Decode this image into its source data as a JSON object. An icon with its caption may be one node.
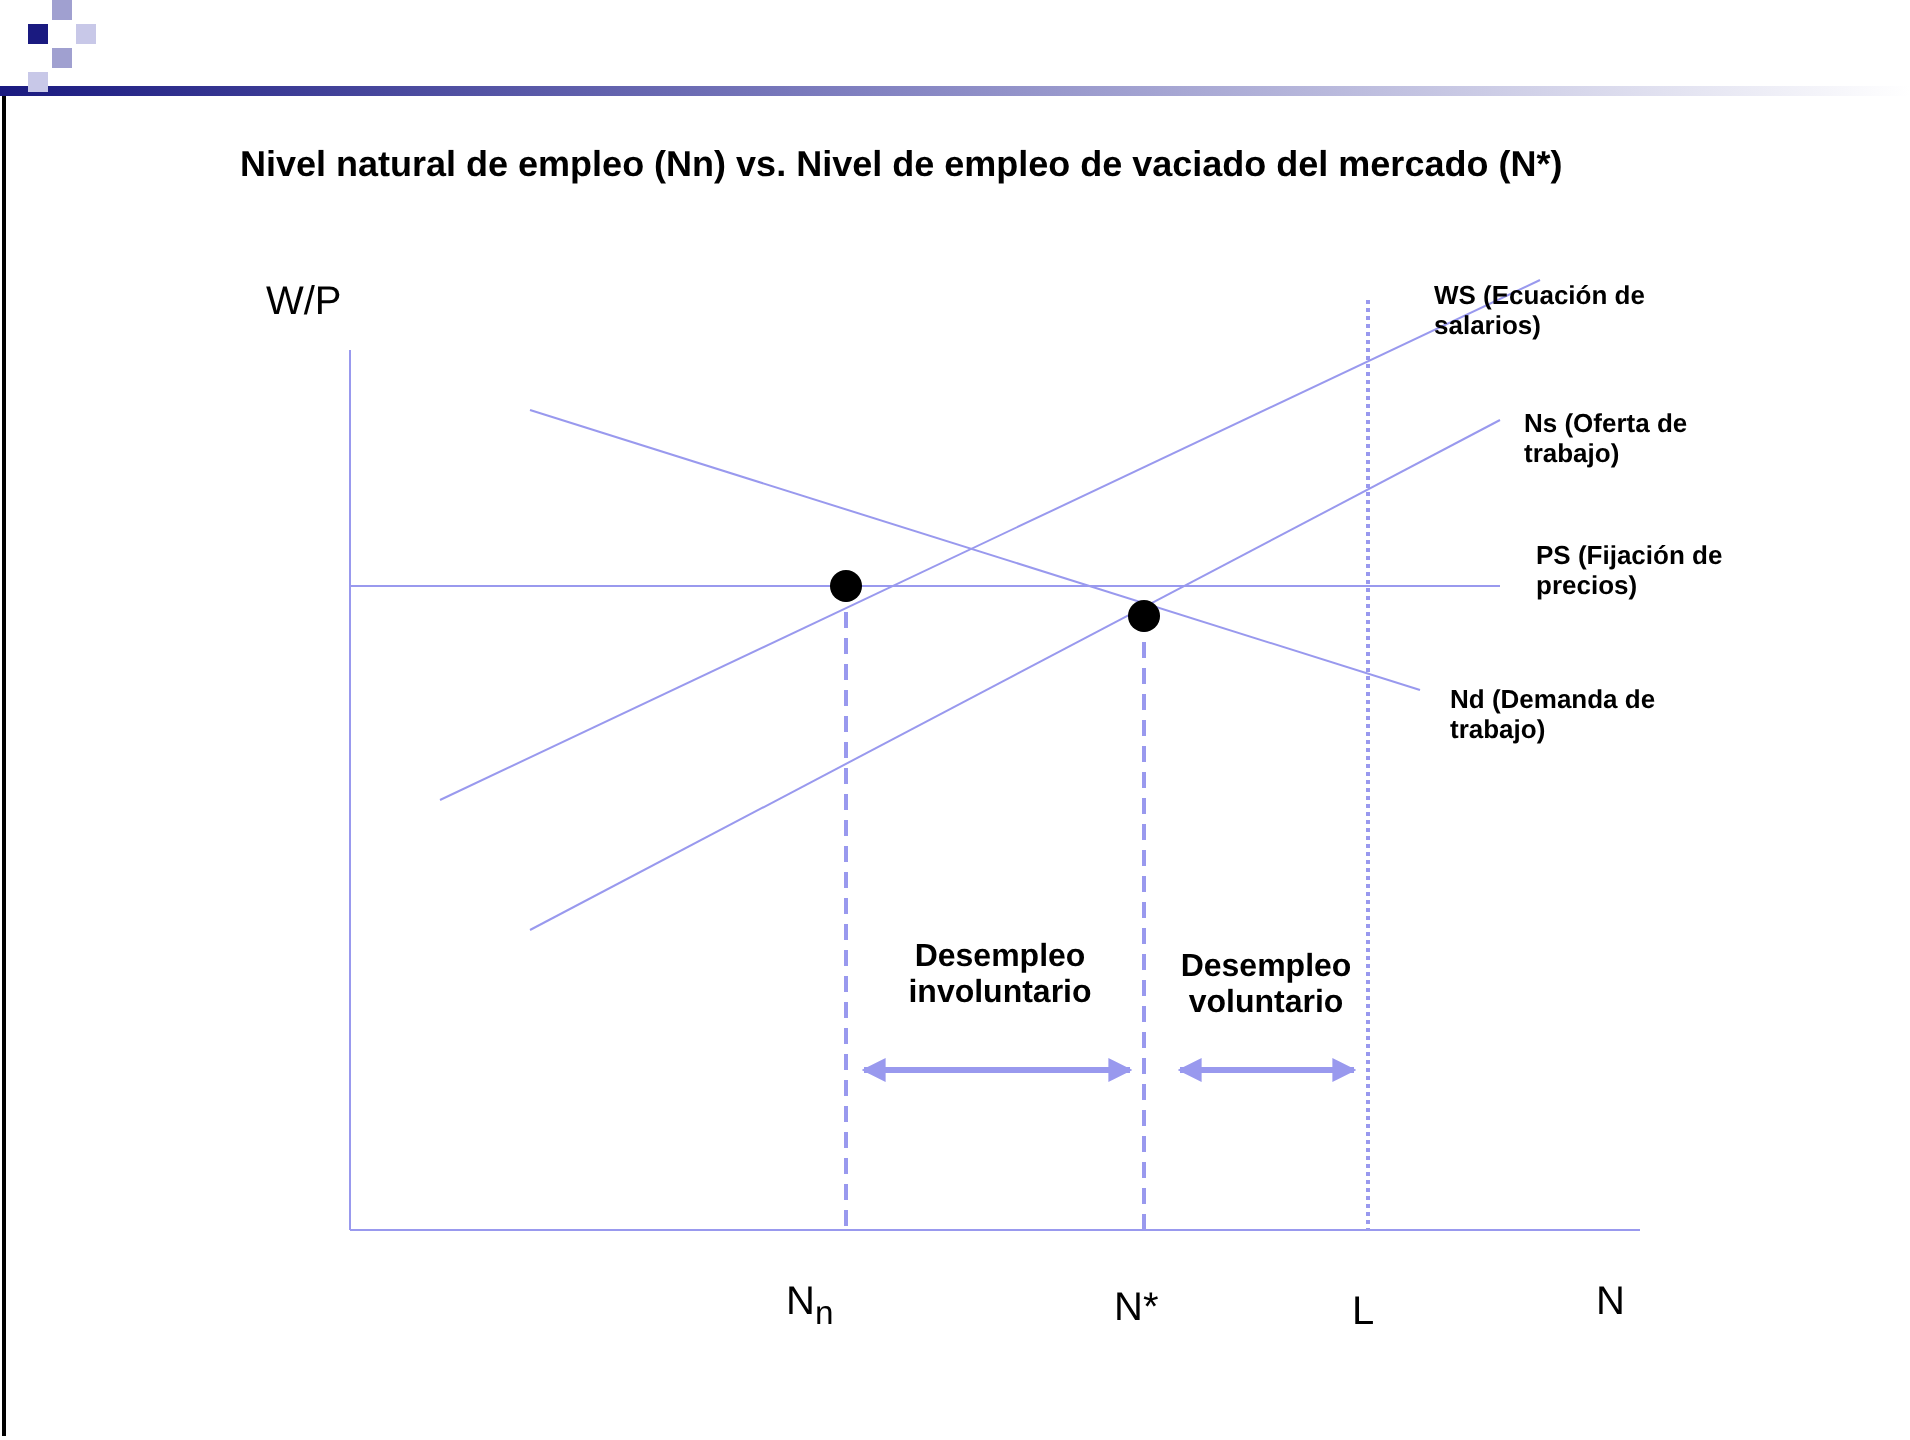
{
  "diagram": {
    "title": "Nivel natural de empleo (Nn) vs. Nivel de empleo de vaciado del mercado (N*)",
    "labels": [
      "W/P",
      "WS (Ecuación de salarios)",
      "Ns (Oferta de trabajo)",
      "PS (Fijación de precios)",
      "Nd (Demanda de trabajo)",
      "Desempleo involuntario",
      "Desempleo voluntario",
      "N$_{n}$",
      "N*",
      "L",
      "N"
    ]
  }
}
